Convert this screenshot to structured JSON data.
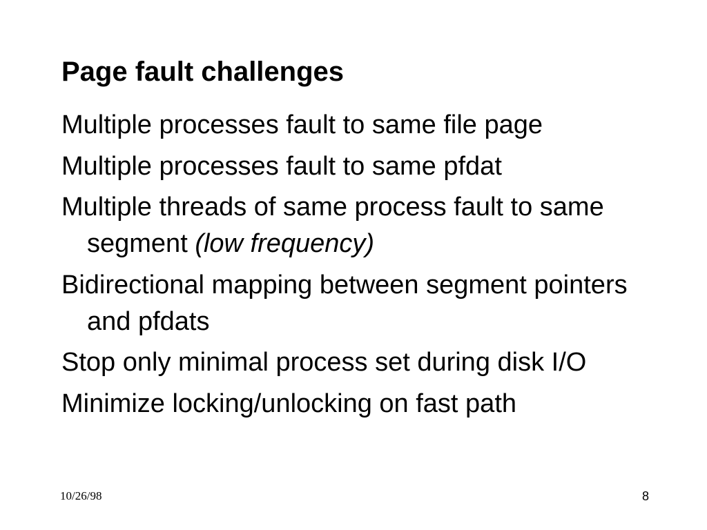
{
  "slide": {
    "title": "Page fault challenges",
    "bullets": [
      {
        "text": "Multiple processes fault to same file page",
        "emphasis": ""
      },
      {
        "text": "Multiple processes fault to same pfdat",
        "emphasis": ""
      },
      {
        "text": "Multiple threads of same process fault to same segment ",
        "emphasis": "(low frequency)"
      },
      {
        "text": "Bidirectional mapping between segment pointers and pfdats",
        "emphasis": ""
      },
      {
        "text": "Stop only minimal process set during disk I/O",
        "emphasis": ""
      },
      {
        "text": "Minimize locking/unlocking on fast path",
        "emphasis": ""
      }
    ],
    "footer": {
      "date": "10/26/98",
      "page_number": "8"
    }
  }
}
